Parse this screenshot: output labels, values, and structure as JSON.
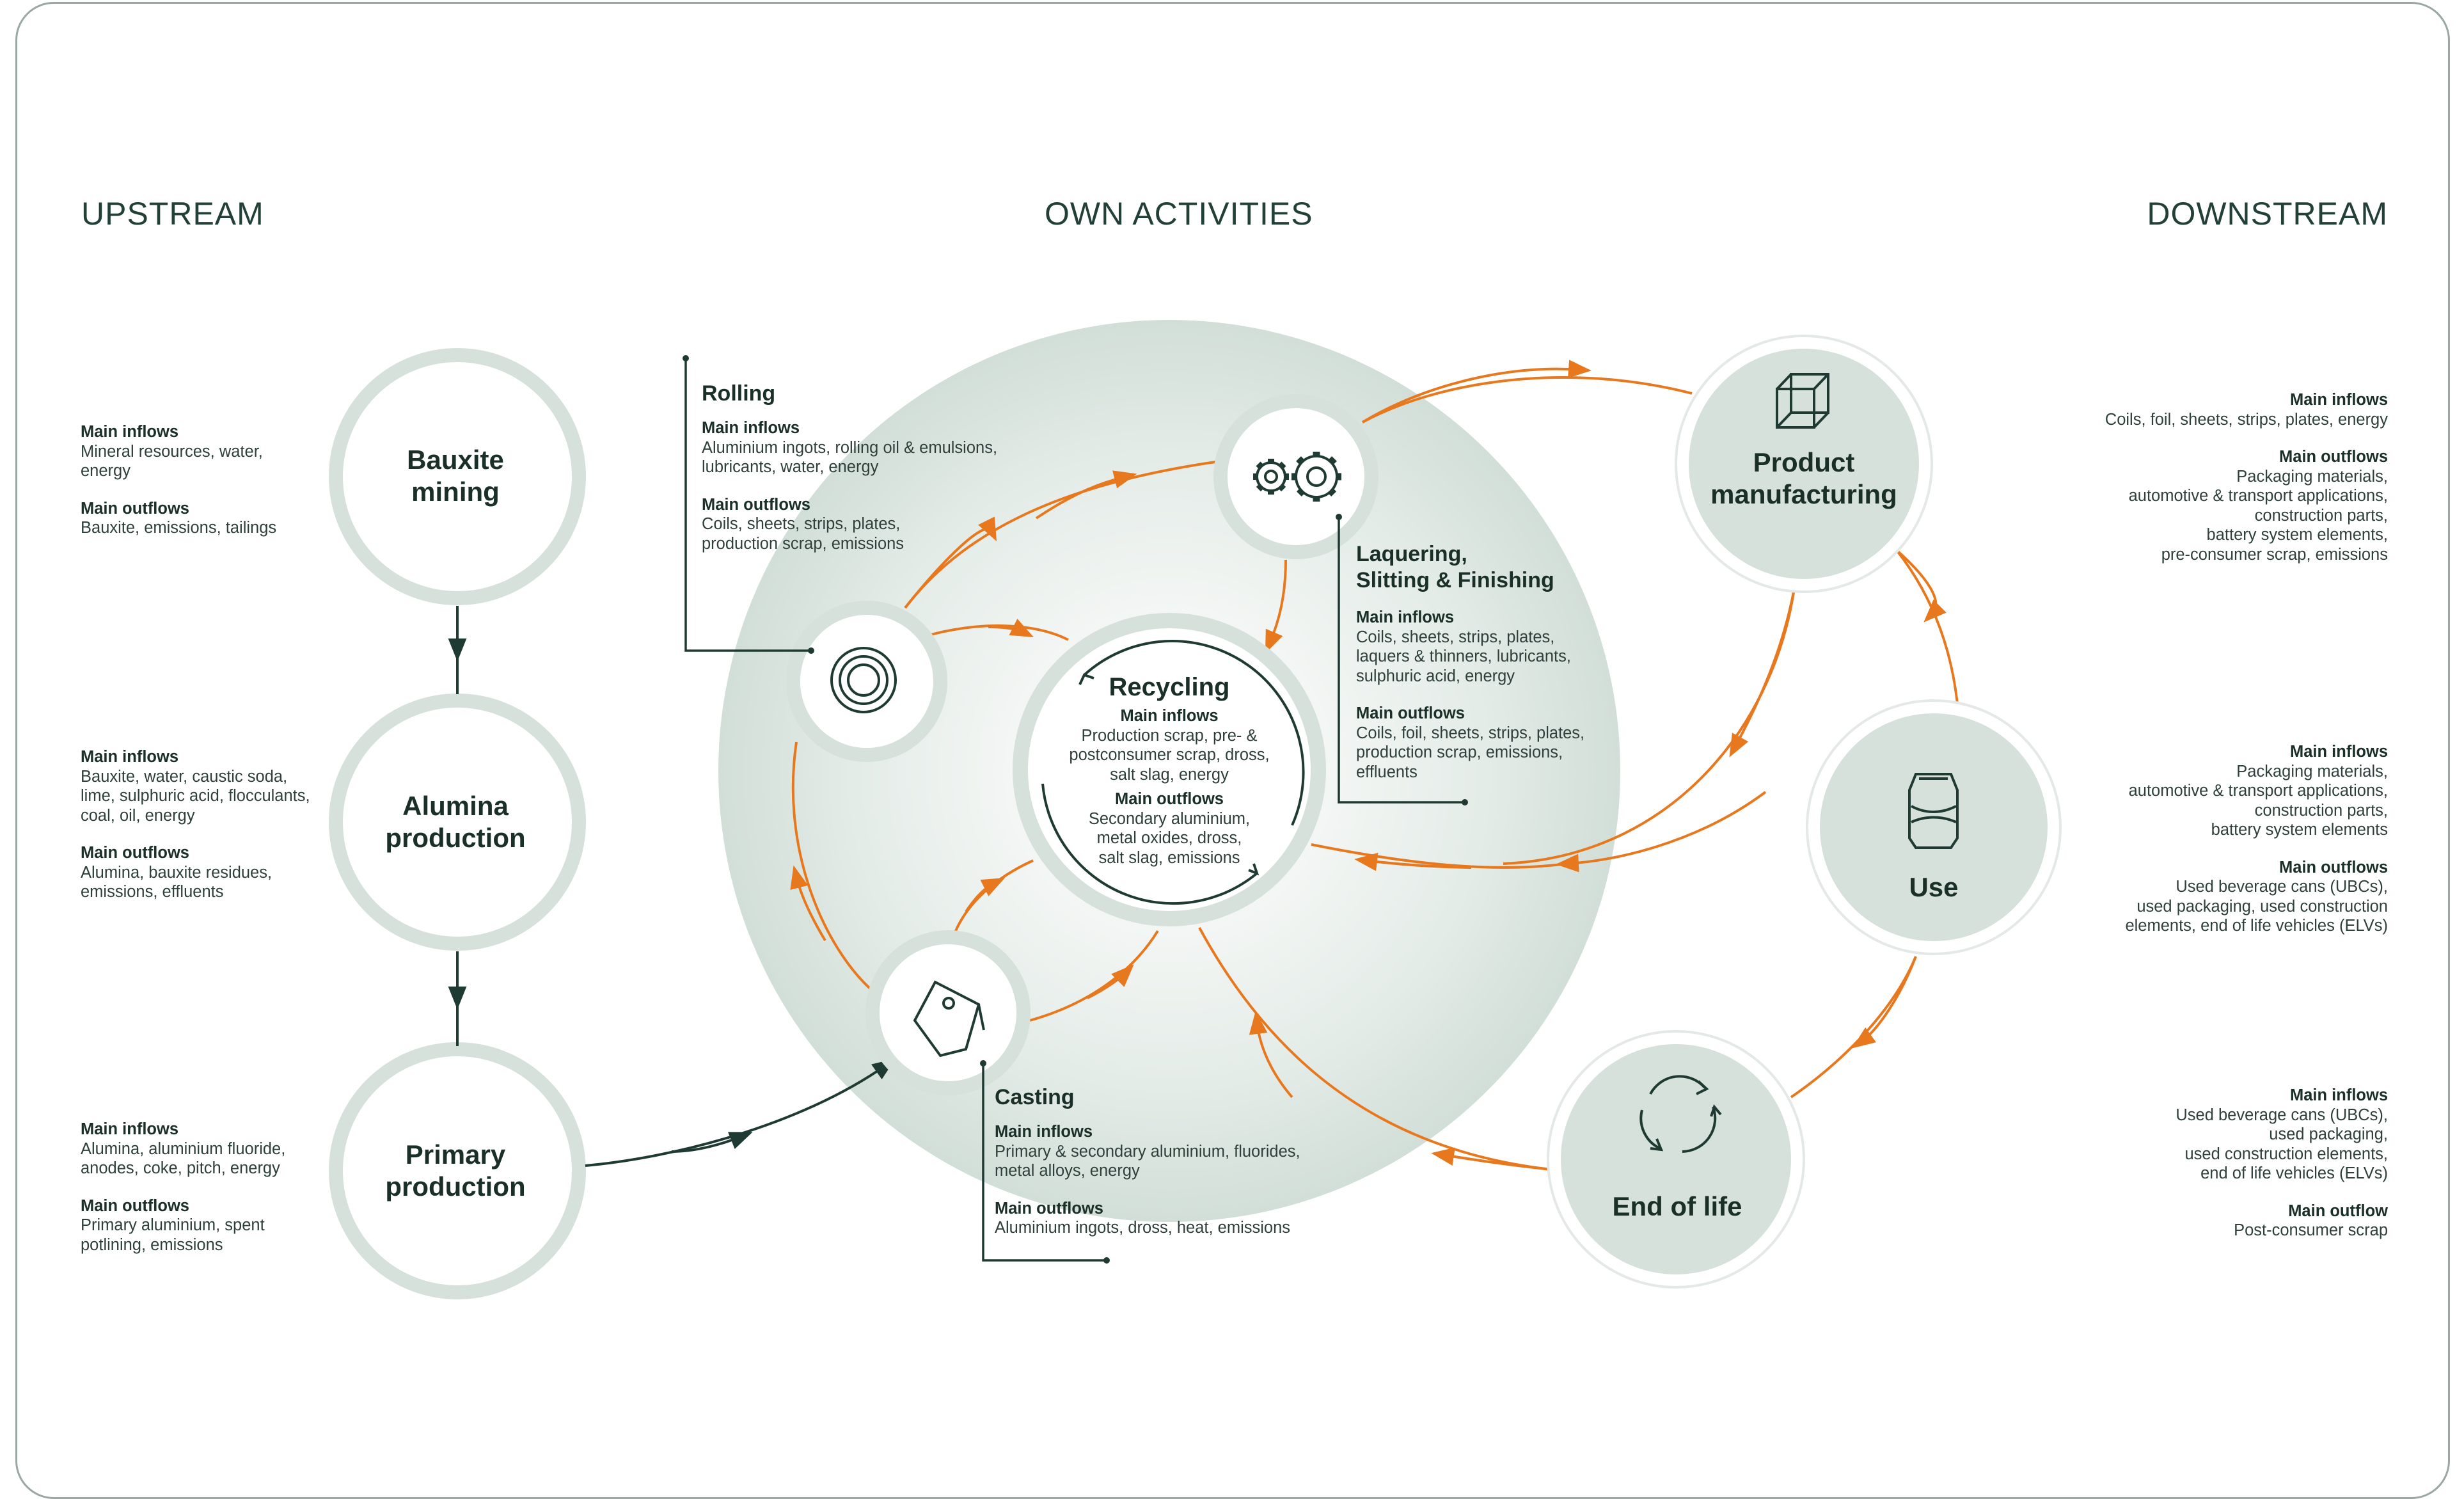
{
  "sections": {
    "upstream": "UPSTREAM",
    "own": "OWN ACTIVITIES",
    "downstream": "DOWNSTREAM"
  },
  "labels": {
    "main_inflows": "Main inflows",
    "main_outflows": "Main outflows",
    "main_outflow": "Main outflow"
  },
  "upstream": {
    "bauxite": {
      "title": "Bauxite\nmining",
      "inflows": "Mineral resources, water,\nenergy",
      "outflows": "Bauxite, emissions, tailings"
    },
    "alumina": {
      "title": "Alumina\nproduction",
      "inflows": "Bauxite, water, caustic soda,\nlime, sulphuric acid, flocculants,\ncoal, oil, energy",
      "outflows": "Alumina, bauxite residues,\nemissions, effluents"
    },
    "primary": {
      "title": "Primary\nproduction",
      "inflows": "Alumina, aluminium fluoride,\nanodes, coke, pitch, energy",
      "outflows": "Primary aluminium, spent\npotlining, emissions"
    }
  },
  "own": {
    "rolling": {
      "title": "Rolling",
      "inflows": "Aluminium ingots, rolling oil & emulsions,\nlubricants, water, energy",
      "outflows": "Coils, sheets, strips, plates,\nproduction scrap, emissions"
    },
    "laquering": {
      "title": "Laquering,\nSlitting & Finishing",
      "inflows": "Coils, sheets, strips, plates,\nlaquers & thinners, lubricants,\nsulphuric acid, energy",
      "outflows": "Coils, foil, sheets, strips, plates,\nproduction scrap, emissions,\neffluents"
    },
    "recycling": {
      "title": "Recycling",
      "inflows": "Production scrap, pre- &\npostconsumer scrap, dross,\nsalt slag, energy",
      "outflows": "Secondary aluminium,\nmetal oxides, dross,\nsalt slag, emissions"
    },
    "casting": {
      "title": "Casting",
      "inflows": "Primary & secondary aluminium, fluorides,\nmetal alloys, energy",
      "outflows": "Aluminium ingots, dross, heat, emissions"
    }
  },
  "downstream": {
    "manufacturing": {
      "title": "Product\nmanufacturing",
      "inflows": "Coils, foil, sheets, strips, plates, energy",
      "outflows": "Packaging materials,\nautomotive & transport applications,\nconstruction parts,\nbattery system elements,\npre-consumer scrap, emissions"
    },
    "use": {
      "title": "Use",
      "inflows": "Packaging materials,\nautomotive & transport applications,\nconstruction parts,\nbattery system elements",
      "outflows": "Used beverage cans (UBCs),\nused packaging, used construction\nelements, end of life vehicles (ELVs)"
    },
    "end_of_life": {
      "title": "End of life",
      "inflows": "Used beverage cans (UBCs),\nused packaging,\nused construction elements,\nend of life vehicles (ELVs)",
      "outflow": "Post-consumer scrap"
    }
  },
  "colors": {
    "node_fill": "#d6e1dc",
    "node_ring": "#d6e1dc",
    "text_dark": "#1b2f29",
    "arrow_orange": "#e8781e",
    "arrow_dark": "#1f3a33"
  },
  "icons": {
    "rolling": "coil-icon",
    "laquering": "gears-icon",
    "casting": "crucible-icon",
    "manufacturing": "cube-icon",
    "use": "can-icon",
    "end_of_life": "recycle-icon"
  }
}
